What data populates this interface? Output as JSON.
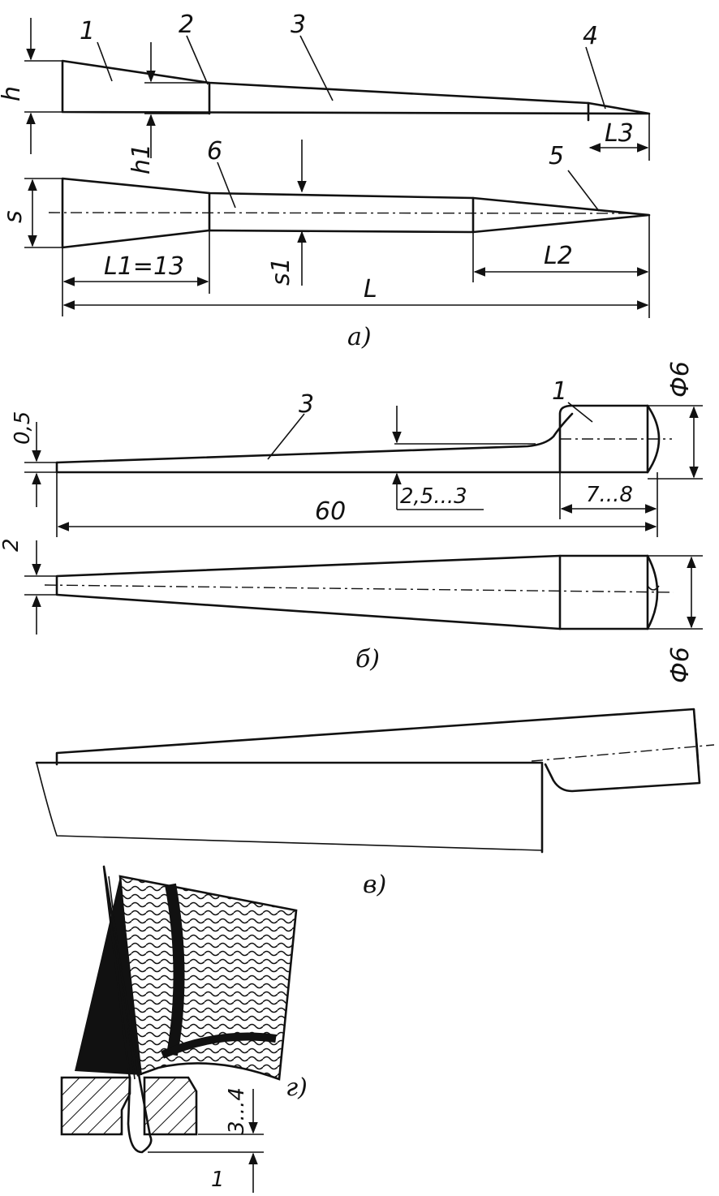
{
  "figure_a": {
    "caption": "а)",
    "part_labels": [
      "1",
      "2",
      "3",
      "4",
      "5",
      "6"
    ],
    "dims": {
      "h": "h",
      "h1": "h1",
      "s": "s",
      "s1": "s1",
      "l1": "L1=13",
      "l2": "L2",
      "l3": "L3",
      "l": "L"
    }
  },
  "figure_b": {
    "caption": "б)",
    "part_labels": [
      "1",
      "3"
    ],
    "dims": {
      "tip_thickness": "0,5",
      "step_height": "2,5...3",
      "length": "60",
      "head_length": "7...8",
      "diameter_top": "Ф6",
      "tip_width": "2",
      "diameter_bottom": "Ф6"
    }
  },
  "figure_v": {
    "caption": "в)"
  },
  "figure_g": {
    "caption": "г)",
    "dims": {
      "depth": "3...4",
      "bottom_mark": "1"
    }
  }
}
